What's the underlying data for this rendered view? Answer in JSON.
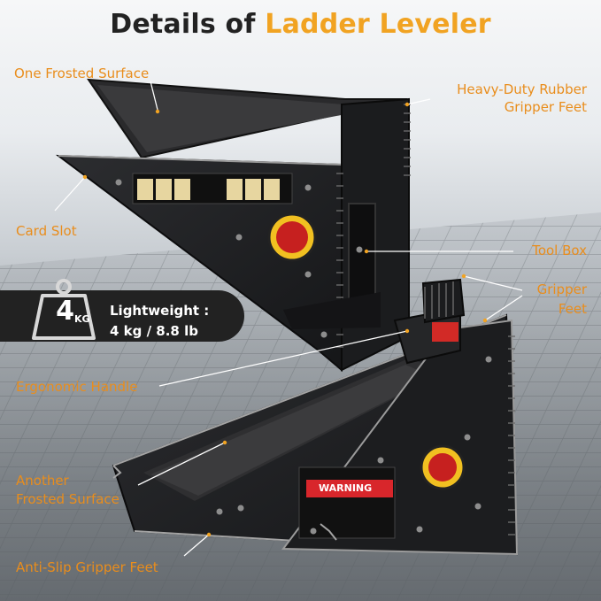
{
  "title": {
    "part1": "Details of",
    "part2": "Ladder Leveler"
  },
  "labels": {
    "frosted_surface_top": "One Frosted Surface",
    "rubber_feet_line1": "Heavy-Duty Rubber",
    "rubber_feet_line2": "Gripper Feet",
    "card_slot": "Card Slot",
    "tool_box": "Tool Box",
    "gripper_feet_line1": "Gripper",
    "gripper_feet_line2": "Feet",
    "handle": "Ergonomic Handle",
    "frosted_surface_bottom_line1": "Another",
    "frosted_surface_bottom_line2": "Frosted Surface",
    "anti_slip": "Anti-Slip Gripper Feet"
  },
  "weight": {
    "value": "4",
    "unit": "KG",
    "heading": "Lightweight :",
    "detail": "4 kg / 8.8 lb"
  },
  "warning": {
    "heading": "WARNING"
  },
  "colors": {
    "accent": "#f1a322",
    "label": "#e98d1c",
    "product": "#1e1f21",
    "warning_red": "#d8262b"
  }
}
